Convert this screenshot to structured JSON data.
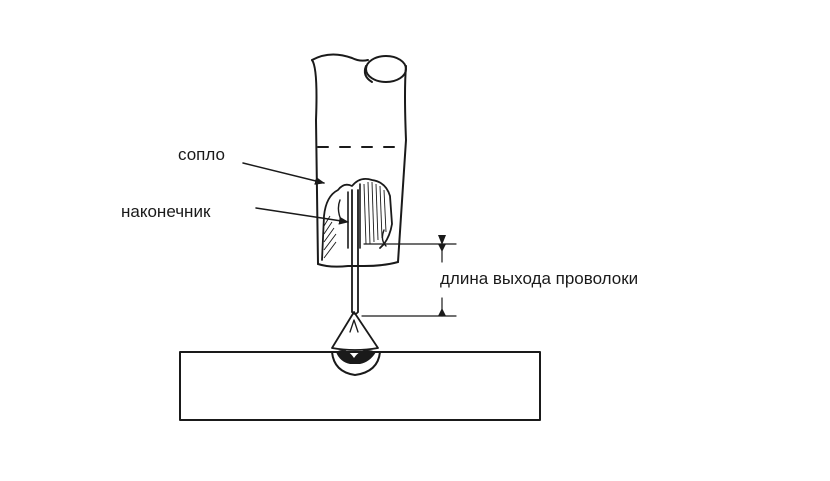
{
  "diagram": {
    "labels": {
      "nozzle": "сопло",
      "contact_tip": "наконечник",
      "wire_stickout": "длина выхода проволоки"
    },
    "colors": {
      "ink": "#1a1a1a",
      "background": "#ffffff"
    }
  }
}
